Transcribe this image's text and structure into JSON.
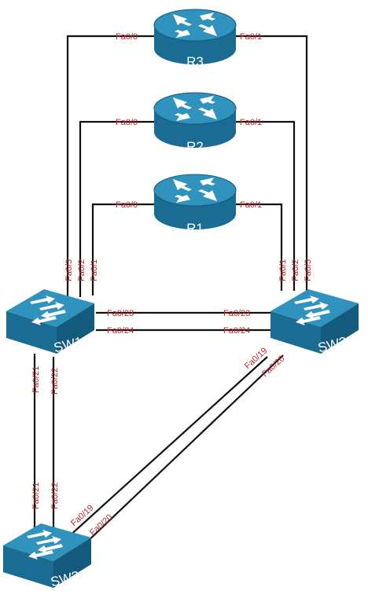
{
  "colors": {
    "device_top": "#2f93bd",
    "device_side": "#1b6c93",
    "device_dark": "#145a7c",
    "arrow": "#ffffff",
    "link": "#111111",
    "port_label": "#c0282a"
  },
  "devices": {
    "r3": {
      "label": "R3",
      "icon": "router-icon"
    },
    "r2": {
      "label": "R2",
      "icon": "router-icon"
    },
    "r1": {
      "label": "R1",
      "icon": "router-icon"
    },
    "sw1": {
      "label": "SW1",
      "icon": "switch-icon"
    },
    "sw2": {
      "label": "SW2",
      "icon": "switch-icon"
    },
    "sw3": {
      "label": "SW3",
      "icon": "switch-icon"
    }
  },
  "ports": {
    "r3_left": "Fa0/0",
    "r3_right": "Fa0/1",
    "r2_left": "Fa0/0",
    "r2_right": "Fa0/1",
    "r1_left": "Fa0/0",
    "r1_right": "Fa0/1",
    "sw1_up1": "Fa0/1",
    "sw1_up2": "Fa0/2",
    "sw1_up3": "Fa0/3",
    "sw2_up1": "Fa0/1",
    "sw2_up2": "Fa0/2",
    "sw2_up3": "Fa0/3",
    "sw1_fa23": "Fa0/23",
    "sw2_fa23": "Fa0/23",
    "sw1_fa24": "Fa0/24",
    "sw2_fa24": "Fa0/24",
    "sw1_fa21": "Fa0/21",
    "sw1_fa22": "Fa0/22",
    "sw3_fa21": "Fa0/21",
    "sw3_fa22": "Fa0/22",
    "sw2_fa19": "Fa0/19",
    "sw2_fa20": "Fa0/20",
    "sw3_fa19": "Fa0/19",
    "sw3_fa20": "Fa0/20"
  }
}
